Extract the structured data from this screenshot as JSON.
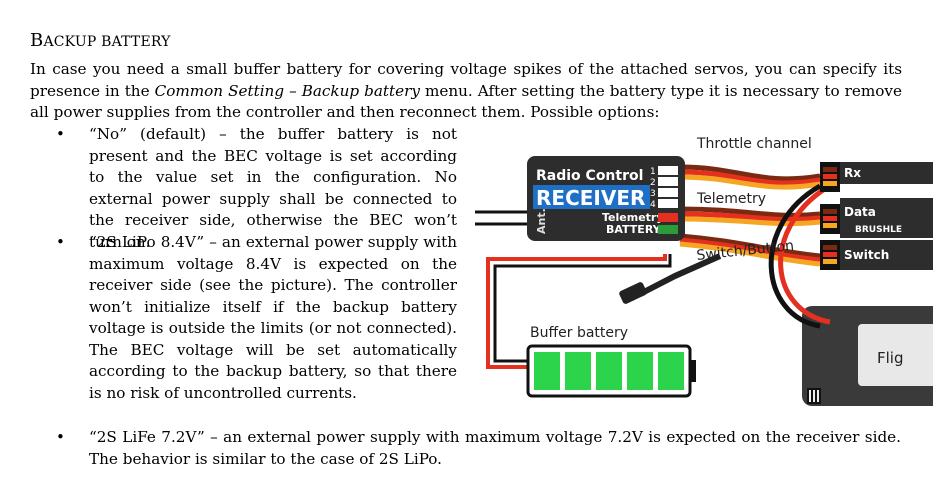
{
  "heading": {
    "first": "B",
    "rest": "ACKUP BATTERY"
  },
  "intro": {
    "p1": "In case you need a small buffer battery for covering voltage spikes of the attached servos, you can specify its presence in the ",
    "menu": "Common Setting – Backup battery",
    "p2": " menu. After setting the battery type it is necessary to remove all power supplies from the controller and then reconnect them. Possible options:"
  },
  "bullets": [
    {
      "text": "“No” (default) – the buffer battery is not present and the BEC voltage is set according to the value set in the configuration. No external power supply shall be connected to the receiver side, otherwise the BEC won’t turn on."
    },
    {
      "text": "“2S LiPo 8.4V” – an external power supply with maximum voltage 8.4V is expected on the receiver side (see the picture). The controller won’t initialize itself if the backup battery voltage is outside the limits (or not connected). The BEC voltage will be set automatically according to the backup battery, so that there is no risk of uncontrolled currents."
    },
    {
      "text": "“2S LiFe 7.2V” – an external power supply with maximum voltage 7.2V is expected on the receiver side. The behavior is similar to the case of 2S LiPo."
    }
  ],
  "bullet_symbol": "•",
  "diagram": {
    "receiver_title": "Radio Control",
    "receiver_name": "RECEIVER",
    "receiver_ant": "Ant.",
    "receiver_telemetry": "Telemetry",
    "receiver_battery": "BATTERY",
    "ch1": "1",
    "ch2": "2",
    "ch3": "3",
    "ch4": "4",
    "label_throttle": "Throttle channel",
    "label_telemetry": "Telemetry",
    "label_switch": "Switch/Button",
    "label_buffer": "Buffer battery",
    "conn_rx": "Rx",
    "conn_data": "Data",
    "conn_switch": "Switch",
    "esc_brushless": "BRUSHLE",
    "esc_fly": "Flig",
    "colors": {
      "receiver": "#2d2d2d",
      "blue": "#1f6fc7",
      "green": "#2bd44a",
      "red": "#e53020",
      "orange": "#f5a623",
      "brown": "#7a2a10"
    }
  }
}
